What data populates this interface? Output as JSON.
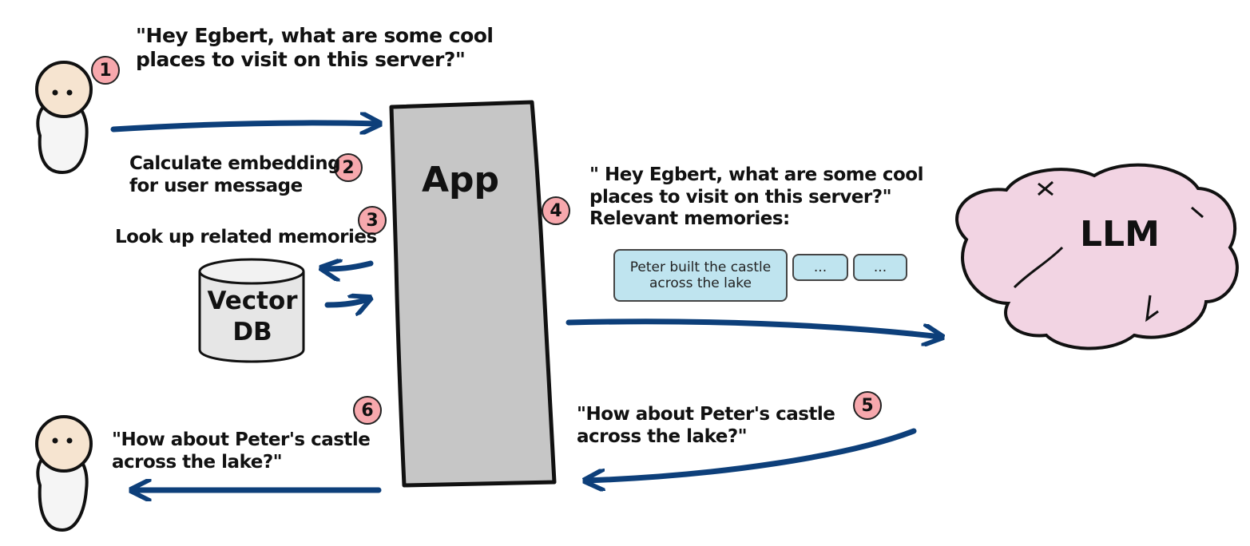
{
  "steps": {
    "one": "1",
    "two": "2",
    "three": "3",
    "four": "4",
    "five": "5",
    "six": "6"
  },
  "user_question": {
    "line1": "\"Hey Egbert, what are some cool",
    "line2": "places to visit on this server?\""
  },
  "step2_text": {
    "line1": "Calculate embedding",
    "line2": "for user message"
  },
  "step3_text": "Look up related memories",
  "app_label": "App",
  "db_label": {
    "line1": "Vector",
    "line2": "DB"
  },
  "llm_label": "LLM",
  "prompt": {
    "line1": "\" Hey Egbert, what are some cool",
    "line2": "places to visit on this server?\"",
    "line3": "Relevant memories:"
  },
  "memories": [
    "Peter built the castle across the lake",
    "...",
    "..."
  ],
  "llm_response": {
    "line1": "\"How about Peter's castle",
    "line2": "across the lake?\""
  },
  "user_response": {
    "line1": "\"How about Peter's castle",
    "line2": "across the lake?\""
  },
  "colors": {
    "arrow": "#0d3f7a",
    "app_fill": "#c6c6c6",
    "memory_fill": "#bfe4ef",
    "llm_fill": "#f2d4e3",
    "badge_fill": "#f7a8ad",
    "user_head": "#f6e4d0"
  },
  "icons": [
    "user-icon",
    "database-icon",
    "brain-icon",
    "app-box"
  ]
}
